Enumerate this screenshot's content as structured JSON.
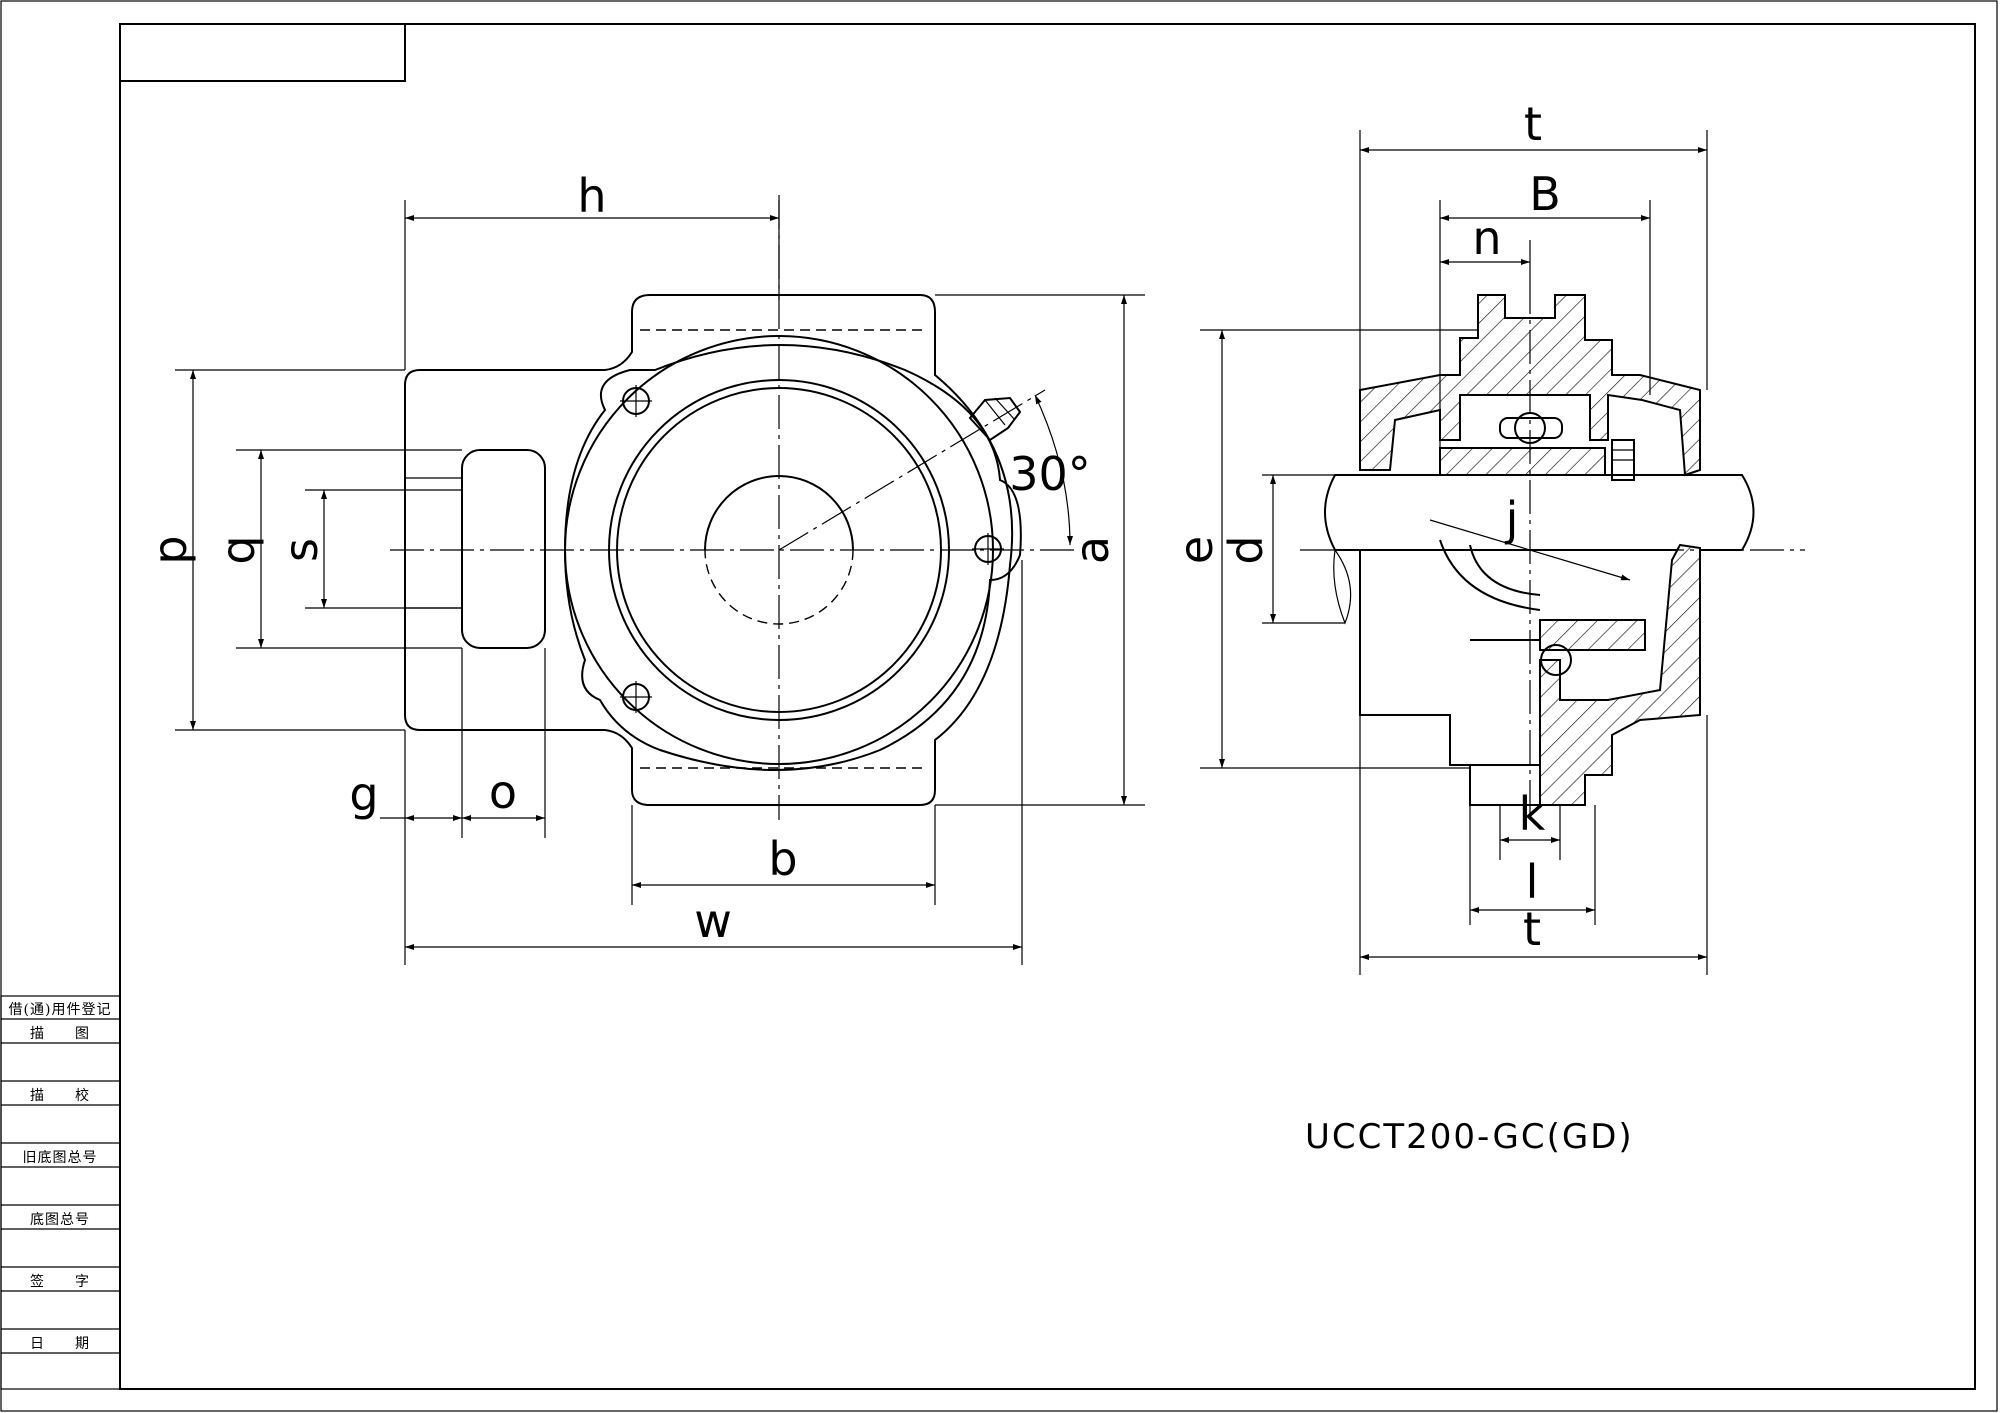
{
  "drawing": {
    "model": "UCCT200-GC(GD)",
    "angle_label": "30°",
    "front_view_labels": {
      "h": "h",
      "p": "p",
      "q": "q",
      "s": "s",
      "a": "a",
      "g": "g",
      "o": "o",
      "b": "b",
      "w": "w"
    },
    "side_view_labels": {
      "t_top": "t",
      "B": "B",
      "n": "n",
      "e": "e",
      "d": "d",
      "j": "j",
      "k": "k",
      "l": "l",
      "t_bottom": "t"
    }
  },
  "title_block": {
    "rows": [
      "借(通)用件登记",
      "描　　图",
      "描　　校",
      "旧底图总号",
      "底图总号",
      "签　　字",
      "日　　期"
    ]
  }
}
